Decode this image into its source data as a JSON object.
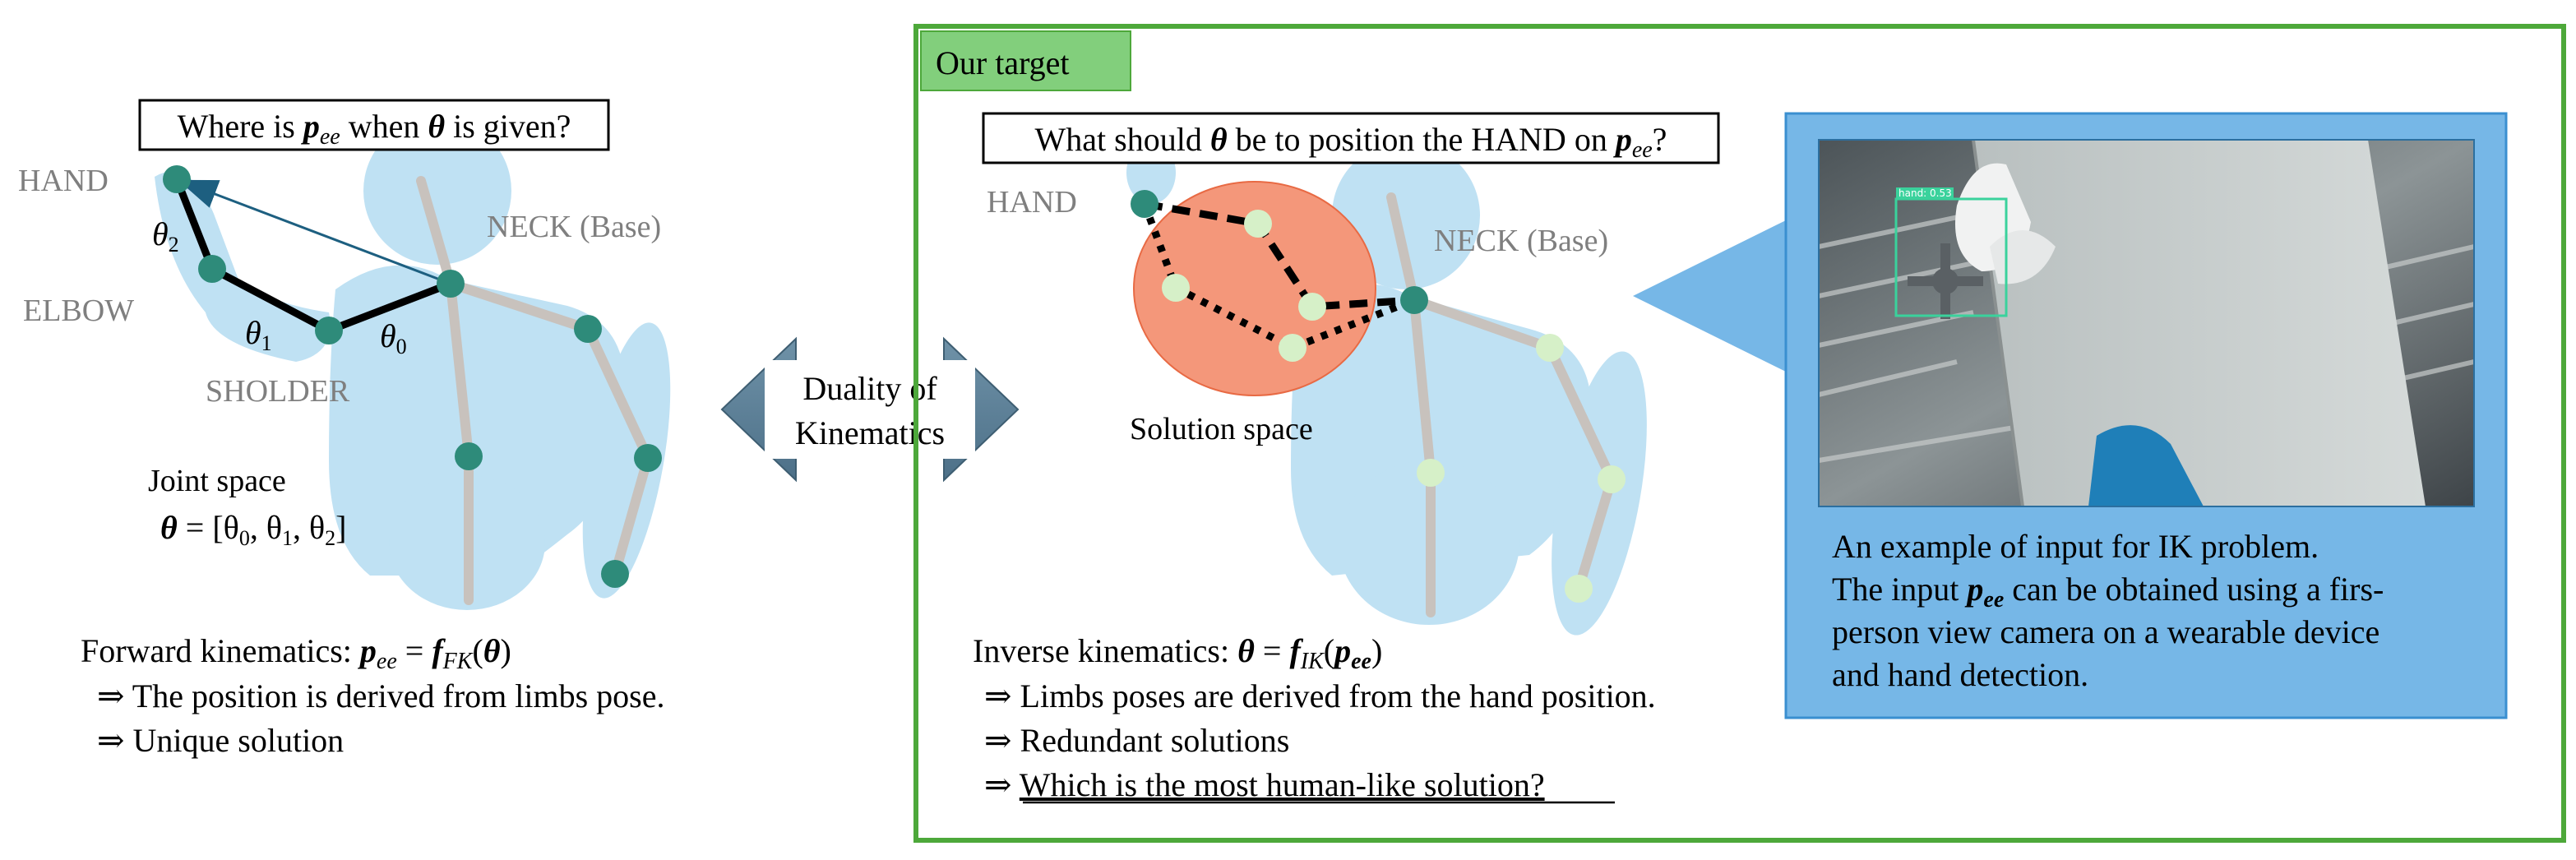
{
  "colors": {
    "body_fill": "#bfe1f3",
    "bone": "#c8c2bd",
    "joint_dark": "#2e8b7a",
    "joint_light": "#d6f0c8",
    "solution_fill": "#f4977a",
    "frame_green": "#4da83a",
    "tag_green": "#82cf7c",
    "callout_blue": "#76b7e7",
    "arrow_fill": "#5b7f96"
  },
  "left": {
    "question": {
      "pre": "Where is ",
      "p": "p",
      "ee": "ee",
      "mid": " when ",
      "theta": "θ",
      "post": " is given?"
    },
    "hand": "HAND",
    "elbow": "ELBOW",
    "sholder": "SHOLDER",
    "neck": "NECK (Base)",
    "theta0_sym": "θ",
    "theta0_sub": "0",
    "theta1_sym": "θ",
    "theta1_sub": "1",
    "theta2_sym": "θ",
    "theta2_sub": "2",
    "joint_space_title": "Joint space",
    "joint_space_theta": "θ",
    "joint_space_eq": " = [θ",
    "js_0": "0",
    "js_c1": ", θ",
    "js_1": "1",
    "js_c2": ", θ",
    "js_2": "2",
    "js_end": "]",
    "fk_pre": "Forward kinematics: ",
    "fk_p": "p",
    "fk_ee": "ee",
    "fk_eq": " = ",
    "fk_f": "f",
    "fk_sub": "FK",
    "fk_open": "(",
    "fk_theta": "θ",
    "fk_close": ")",
    "fk_line1": "⇒ The position is derived from limbs pose.",
    "fk_line2": "⇒ Unique solution"
  },
  "arrow": {
    "line1": "Duality of",
    "line2": "Kinematics"
  },
  "right": {
    "tag": "Our target",
    "question": {
      "pre": "What should ",
      "theta": "θ",
      "mid": " be to position the HAND on ",
      "p": "p",
      "ee": "ee",
      "post": "?"
    },
    "hand": "HAND",
    "neck": "NECK (Base)",
    "solution_space": "Solution space",
    "ik_pre": "Inverse kinematics: ",
    "ik_theta": "θ",
    "ik_eq": " = ",
    "ik_f": "f",
    "ik_sub": "IK",
    "ik_open": "(",
    "ik_p": "p",
    "ik_ee": "ee",
    "ik_close": ")",
    "ik_line1": "⇒ Limbs poses are derived from the hand position.",
    "ik_line2": "⇒ Redundant solutions",
    "ik_line3_arrow": "⇒ ",
    "ik_line3": "Which is the most human-like solution?",
    "callout": {
      "line1": "An example of input for IK problem.",
      "line2_pre": "The input ",
      "line2_p": "p",
      "line2_ee": "ee",
      "line2_post": " can be obtained using a firs-",
      "line3": "person view camera on a wearable device",
      "line4": "and hand detection."
    },
    "detection_label": "hand: 0.53"
  }
}
